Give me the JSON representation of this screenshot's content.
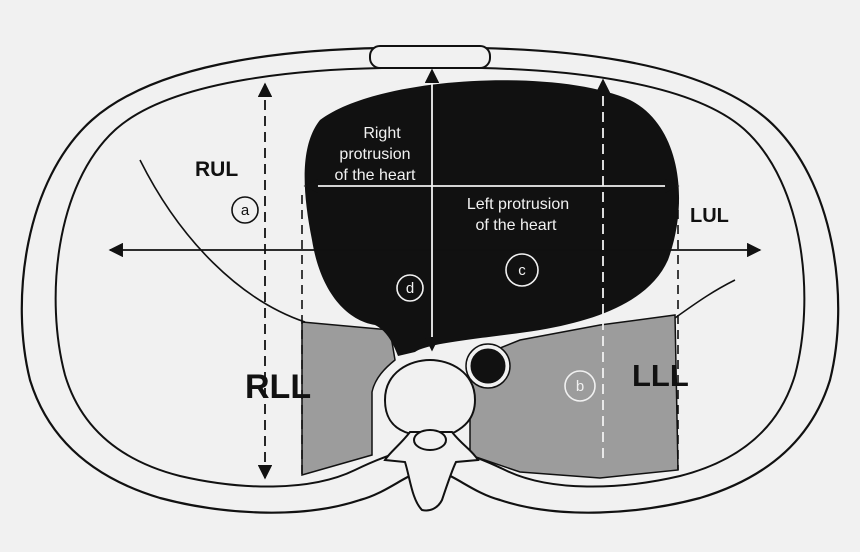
{
  "labels": {
    "rul": "RUL",
    "lul": "LUL",
    "rll": "RLL",
    "lll": "LLL",
    "right_protrusion": [
      "Right",
      "protrusion",
      "of the heart"
    ],
    "left_protrusion": [
      "Left protrusion",
      "of the heart"
    ]
  },
  "markers": {
    "a": "a",
    "b": "b",
    "c": "c",
    "d": "d"
  },
  "colors": {
    "background": "#f1f1f1",
    "ink": "#111111",
    "heart": "#111111",
    "lower_lobe_shade": "#9c9c9c"
  }
}
